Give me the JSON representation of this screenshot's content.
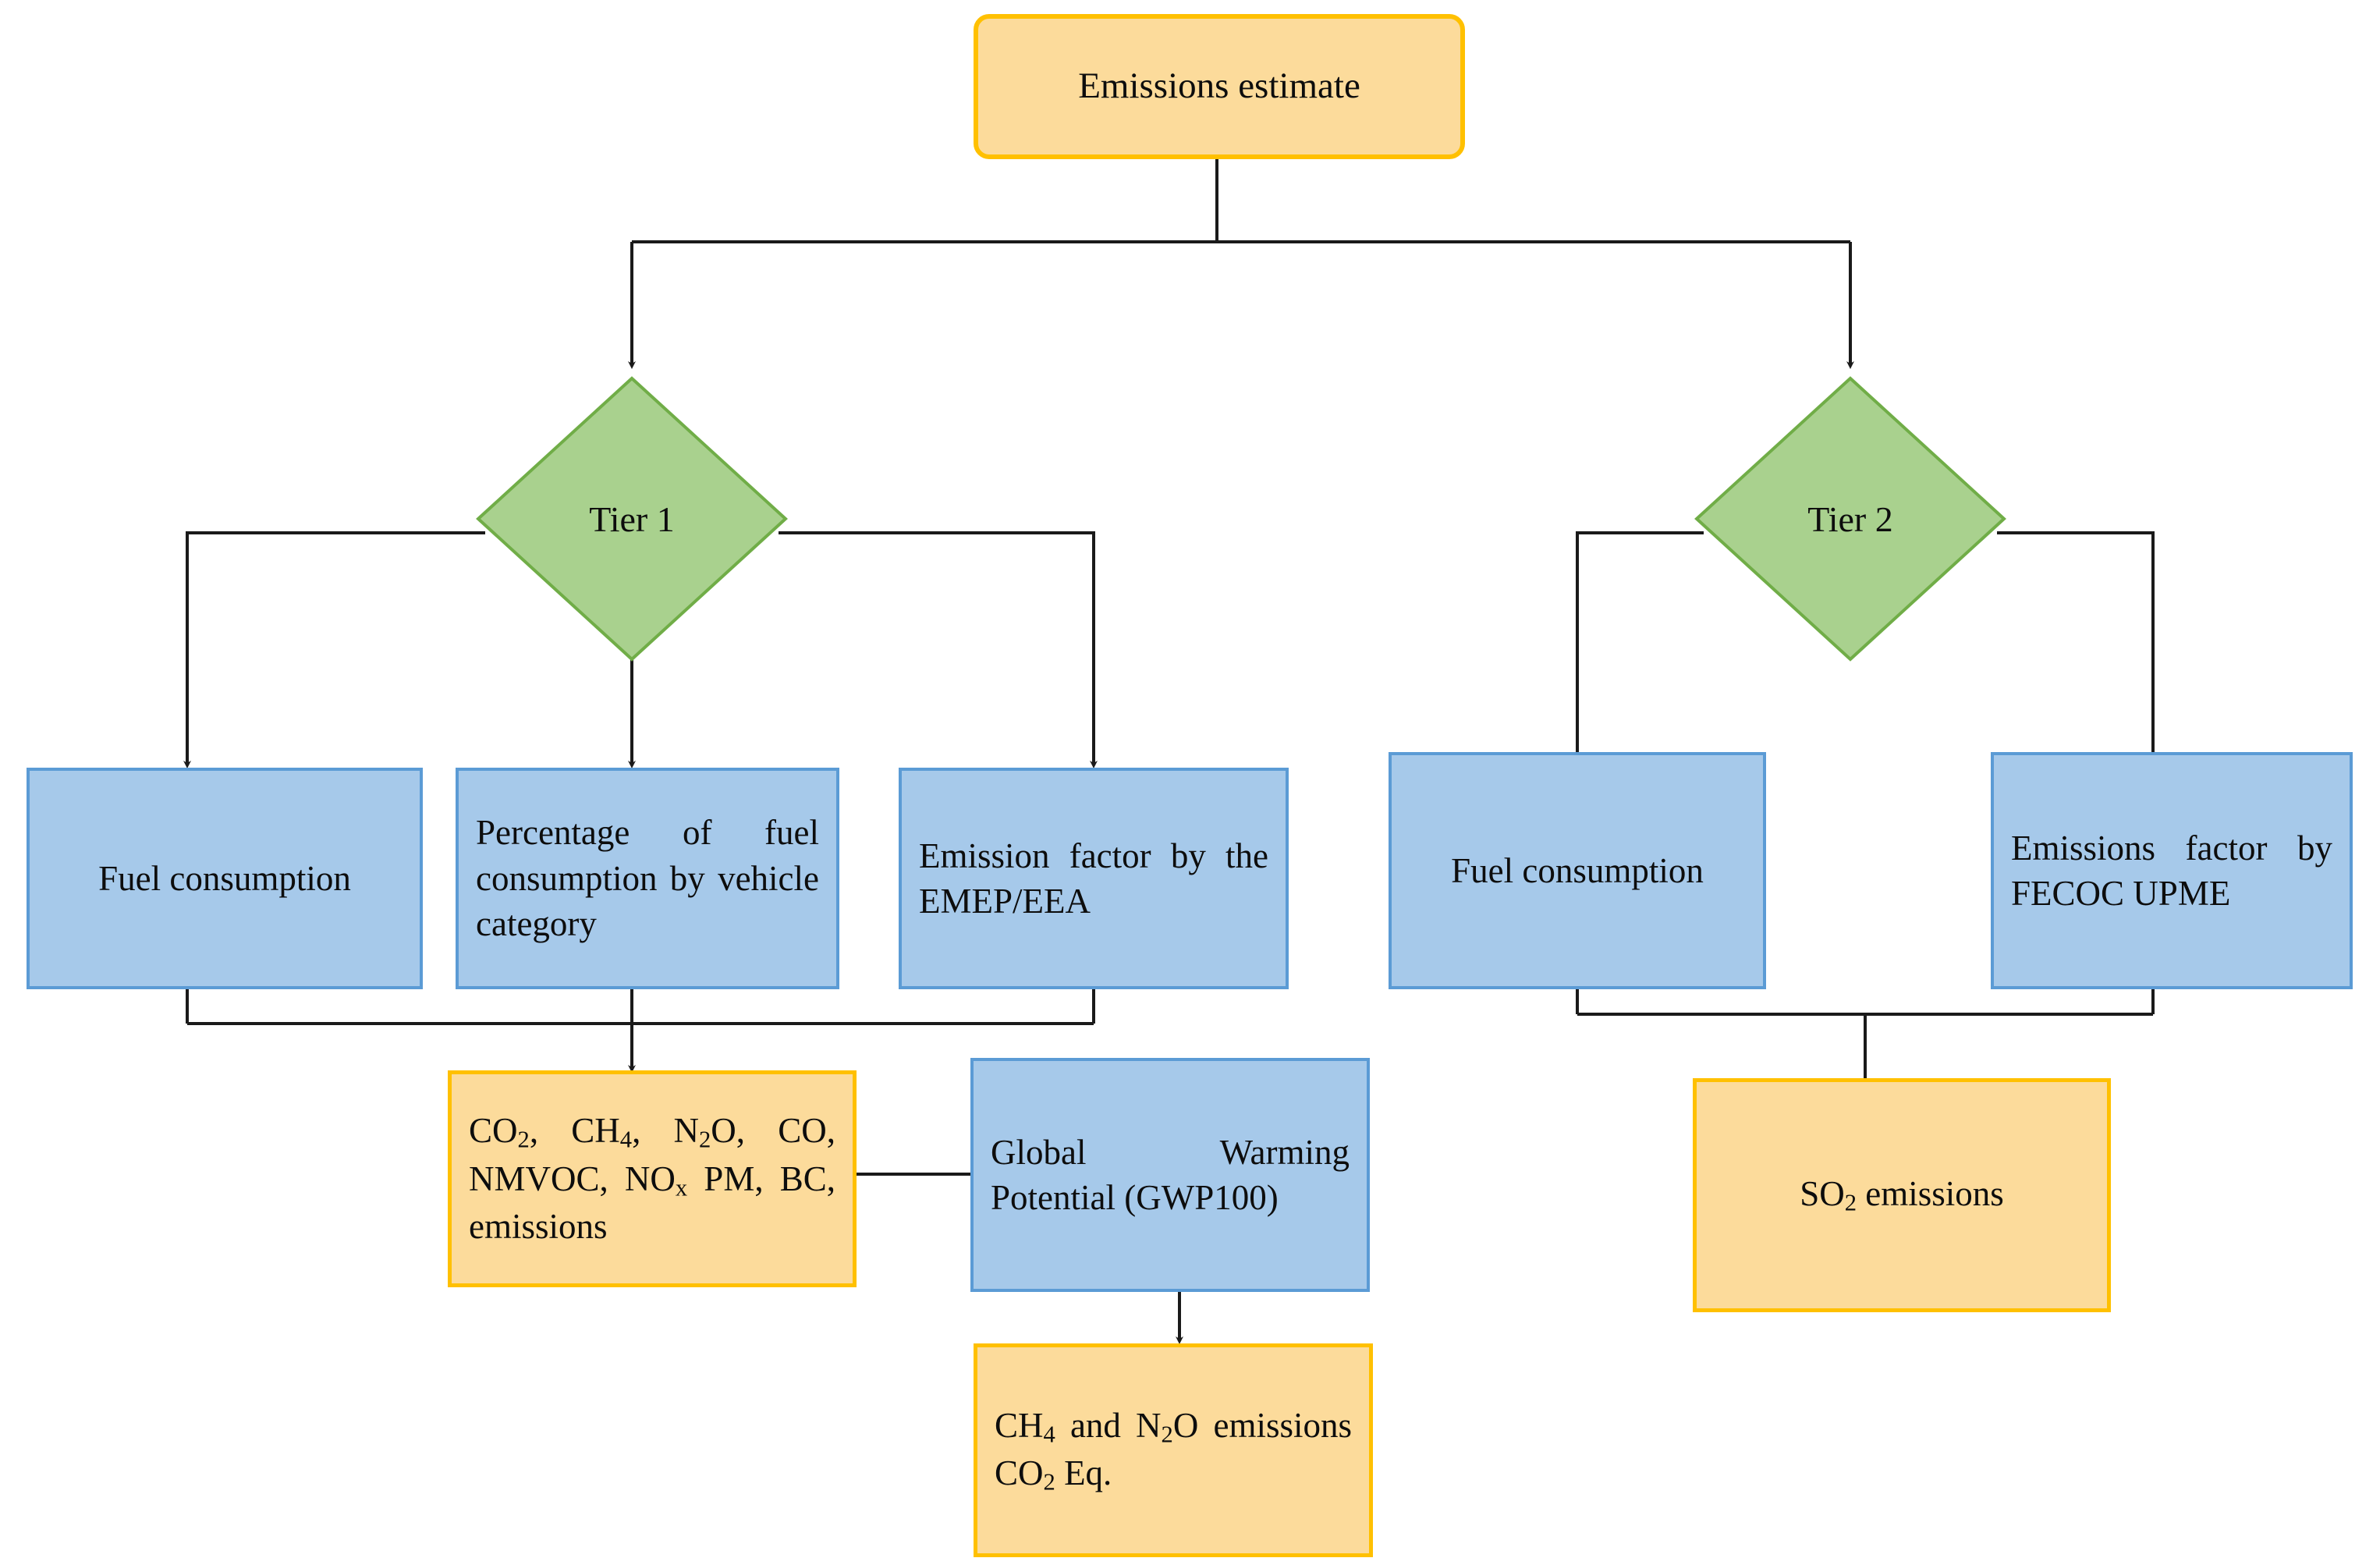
{
  "diagram": {
    "title": "Emissions estimate methodology flowchart",
    "colors": {
      "yellow_fill": "#fcdb9b",
      "yellow_border": "#ffc000",
      "blue_fill": "#a6c9ea",
      "blue_border": "#5b9bd5",
      "green_fill": "#a9d18e",
      "green_border": "#70ad47",
      "connector": "#262626",
      "background": "#ffffff"
    },
    "nodes": {
      "root": {
        "label": "Emissions estimate",
        "shape": "rounded-rectangle",
        "color": "yellow"
      },
      "tier1": {
        "label": "Tier 1",
        "shape": "diamond",
        "color": "green"
      },
      "tier2": {
        "label": "Tier 2",
        "shape": "diamond",
        "color": "green"
      },
      "t1_fuel": {
        "label": "Fuel consumption",
        "shape": "rectangle",
        "color": "blue"
      },
      "t1_percentage": {
        "label": "Percentage of fuel consumption by vehicle category",
        "shape": "rectangle",
        "color": "blue"
      },
      "t1_ef": {
        "label": "Emission factor by the EMEP/EEA",
        "shape": "rectangle",
        "color": "blue"
      },
      "t1_pollutants": {
        "label": "CO2, CH4, N2O, CO, NMVOC, NOx PM, BC, emissions",
        "shape": "rectangle",
        "color": "yellow"
      },
      "gwp": {
        "label": "Global Warming Potential (GWP100)",
        "shape": "rectangle",
        "color": "blue"
      },
      "co2eq": {
        "label": "CH4 and N2O emissions CO2 Eq.",
        "shape": "rectangle",
        "color": "yellow"
      },
      "t2_fuel": {
        "label": "Fuel consumption",
        "shape": "rectangle",
        "color": "blue"
      },
      "t2_ef": {
        "label": "Emissions factor by FECOC UPME",
        "shape": "rectangle",
        "color": "blue"
      },
      "so2": {
        "label": "SO2 emissions",
        "shape": "rectangle",
        "color": "yellow"
      }
    },
    "edges": [
      {
        "from": "root",
        "to": "tier1",
        "type": "orthogonal-split",
        "arrow": true
      },
      {
        "from": "root",
        "to": "tier2",
        "type": "orthogonal-split",
        "arrow": true
      },
      {
        "from": "tier1",
        "to": "t1_fuel",
        "type": "orthogonal-left",
        "arrow": true
      },
      {
        "from": "tier1",
        "to": "t1_percentage",
        "type": "straight-down",
        "arrow": true
      },
      {
        "from": "tier1",
        "to": "t1_ef",
        "type": "orthogonal-right",
        "arrow": true
      },
      {
        "from": "t1_fuel",
        "to": "t1_pollutants",
        "type": "merge",
        "arrow": true
      },
      {
        "from": "t1_percentage",
        "to": "t1_pollutants",
        "type": "merge",
        "arrow": true
      },
      {
        "from": "t1_ef",
        "to": "t1_pollutants",
        "type": "merge",
        "arrow": true
      },
      {
        "from": "t1_pollutants",
        "to": "gwp",
        "type": "horizontal",
        "arrow": false
      },
      {
        "from": "gwp",
        "to": "co2eq",
        "type": "straight-down",
        "arrow": true
      },
      {
        "from": "tier2",
        "to": "t2_fuel",
        "type": "orthogonal-left",
        "arrow": true
      },
      {
        "from": "tier2",
        "to": "t2_ef",
        "type": "orthogonal-right",
        "arrow": true
      },
      {
        "from": "t2_fuel",
        "to": "so2",
        "type": "merge",
        "arrow": true
      },
      {
        "from": "t2_ef",
        "to": "so2",
        "type": "merge",
        "arrow": true
      }
    ]
  }
}
